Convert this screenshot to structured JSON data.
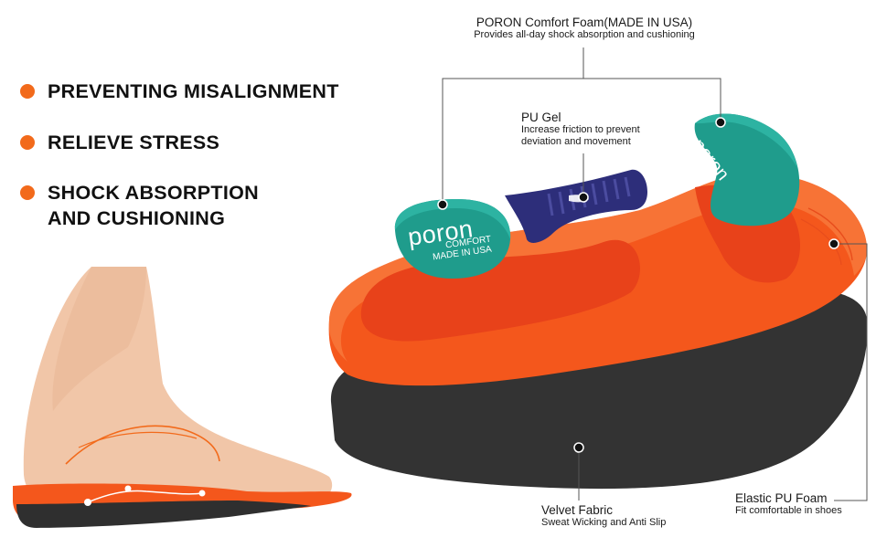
{
  "benefits": [
    "PREVENTING MISALIGNMENT",
    "RELIEVE STRESS",
    "SHOCK ABSORPTION",
    "AND CUSHIONING"
  ],
  "callouts": {
    "poron": {
      "title": "PORON Comfort Foam(MADE IN USA)",
      "description": "Provides all-day shock absorption and cushioning"
    },
    "gel": {
      "title": "PU Gel",
      "description_line1": "Increase friction to prevent",
      "description_line2": "deviation and movement"
    },
    "velvet": {
      "title": "Velvet Fabric",
      "description": "Sweat Wicking and Anti Slip"
    },
    "elastic": {
      "title": "Elastic PU Foam",
      "description": "Fit comfortable in shoes"
    }
  },
  "pad_labels": {
    "brand": "poron",
    "comfort": "COMFORT",
    "made_in": "MADE IN USA",
    "registered": "®"
  },
  "colors": {
    "accent_orange": "#f26a1b",
    "insole_orange": "#f4571c",
    "insole_black": "#333333",
    "poron_teal": "#1f9c8c",
    "gel_navy": "#2d2e7a",
    "skin": "#f1c6a8"
  }
}
